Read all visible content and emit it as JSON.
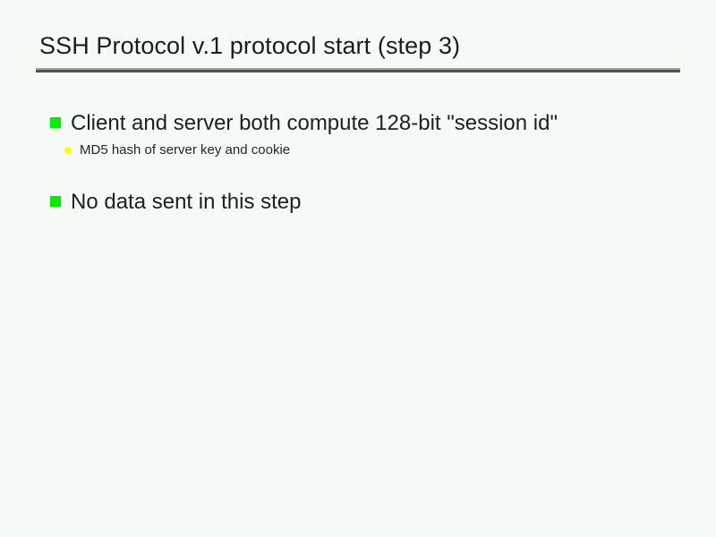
{
  "slide": {
    "title": "SSH Protocol v.1 protocol start (step 3)",
    "background_color": "#f5faf7",
    "title_color": "#1c1c1c",
    "rule_color": "#4e574e",
    "rule_highlight_color": "#9aa79a",
    "level1_marker": {
      "shape": "square",
      "color": "#00ee00"
    },
    "level2_marker": {
      "shape": "circle",
      "color": "#ffff00"
    },
    "bullets": [
      {
        "text": "Client and server both compute 128-bit \"session id\"",
        "sub_bullets": [
          {
            "text": "MD5 hash of server key and cookie"
          }
        ]
      },
      {
        "text": "No data sent in this step",
        "sub_bullets": []
      }
    ]
  }
}
